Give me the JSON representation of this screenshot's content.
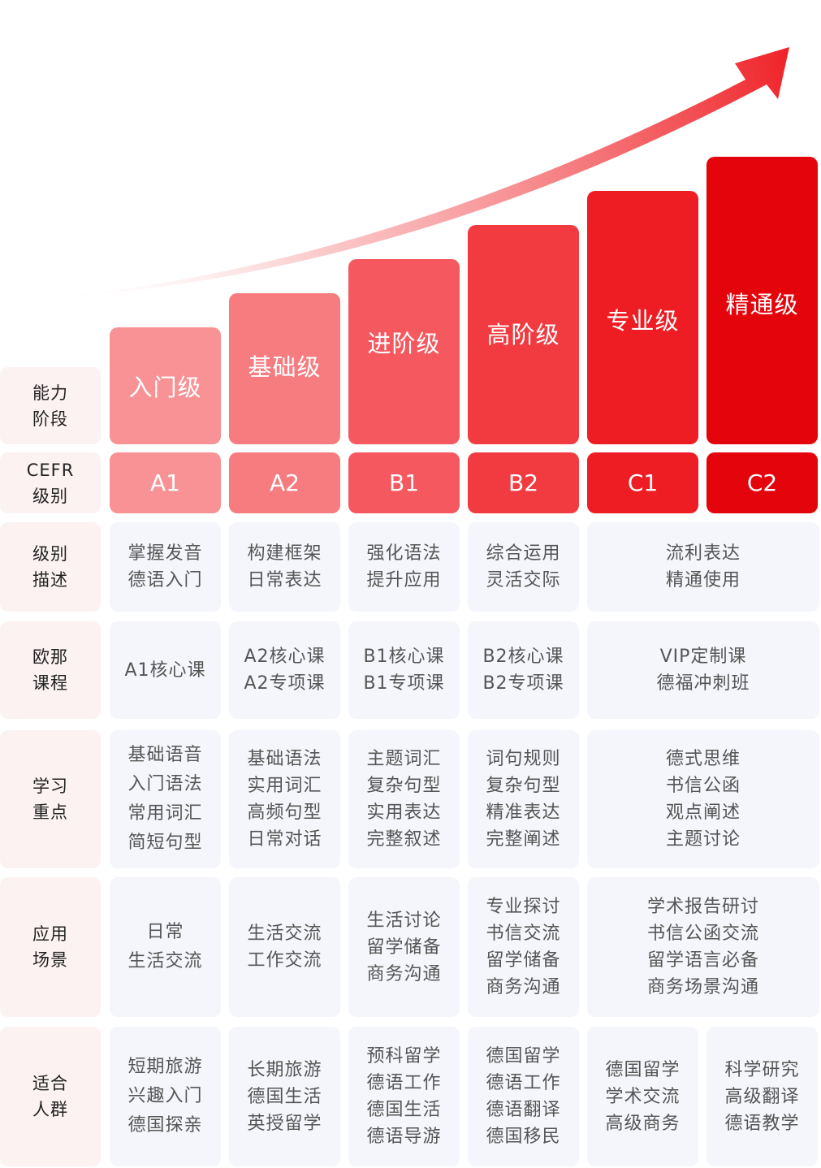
{
  "colors": {
    "stairs": [
      "#f89295",
      "#f67c80",
      "#f5585e",
      "#f23b40",
      "#ee1d24",
      "#e4040c"
    ],
    "cefr": [
      "#f89295",
      "#f67c80",
      "#f5585e",
      "#f23b40",
      "#ee1d24",
      "#e4040c"
    ],
    "row_header_bg": "#fdf2f2",
    "cell_bg": "#f4f6fb",
    "arrow": "#ef2228"
  },
  "icons": {
    "arrow": "growth-arrow-icon"
  },
  "headers": {
    "ability": [
      "能力",
      "阶段"
    ],
    "cefr": [
      "CEFR",
      "级别"
    ],
    "desc": [
      "级别",
      "描述"
    ],
    "course": [
      "欧那",
      "课程"
    ],
    "focus": [
      "学习",
      "重点"
    ],
    "scene": [
      "应用",
      "场景"
    ],
    "crowd": [
      "适合",
      "人群"
    ]
  },
  "levels": [
    "入门级",
    "基础级",
    "进阶级",
    "高阶级",
    "专业级",
    "精通级"
  ],
  "cefr_levels": [
    "A1",
    "A2",
    "B1",
    "B2",
    "C1",
    "C2"
  ],
  "description": [
    [
      "掌握发音",
      "德语入门"
    ],
    [
      "构建框架",
      "日常表达"
    ],
    [
      "强化语法",
      "提升应用"
    ],
    [
      "综合运用",
      "灵活交际"
    ],
    [
      "流利表达",
      "精通使用"
    ]
  ],
  "courses": [
    [
      "A1核心课"
    ],
    [
      "A2核心课",
      "A2专项课"
    ],
    [
      "B1核心课",
      "B1专项课"
    ],
    [
      "B2核心课",
      "B2专项课"
    ],
    [
      "VIP定制课",
      "德福冲刺班"
    ]
  ],
  "focus": [
    [
      "基础语音",
      "入门语法",
      "常用词汇",
      "简短句型"
    ],
    [
      "基础语法",
      "实用词汇",
      "高频句型",
      "日常对话"
    ],
    [
      "主题词汇",
      "复杂句型",
      "实用表达",
      "完整叙述"
    ],
    [
      "词句规则",
      "复杂句型",
      "精准表达",
      "完整阐述"
    ],
    [
      "德式思维",
      "书信公函",
      "观点阐述",
      "主题讨论"
    ]
  ],
  "scenes": [
    [
      "日常",
      "生活交流"
    ],
    [
      "生活交流",
      "工作交流"
    ],
    [
      "生活讨论",
      "留学储备",
      "商务沟通"
    ],
    [
      "专业探讨",
      "书信交流",
      "留学储备",
      "商务沟通"
    ],
    [
      "学术报告研讨",
      "书信公函交流",
      "留学语言必备",
      "商务场景沟通"
    ]
  ],
  "crowds": [
    [
      "短期旅游",
      "兴趣入门",
      "德国探亲"
    ],
    [
      "长期旅游",
      "德国生活",
      "英授留学"
    ],
    [
      "预科留学",
      "德语工作",
      "德国生活",
      "德语导游"
    ],
    [
      "德国留学",
      "德语工作",
      "德语翻译",
      "德国移民"
    ],
    [
      "德国留学",
      "学术交流",
      "高级商务"
    ],
    [
      "科学研究",
      "高级翻译",
      "德语教学"
    ]
  ]
}
